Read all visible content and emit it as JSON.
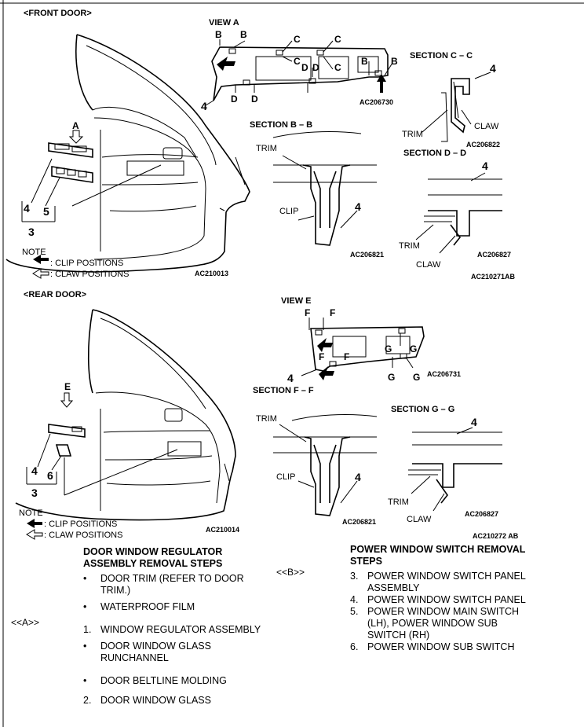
{
  "front": {
    "title": "<FRONT DOOR>",
    "view_label": "A",
    "callouts": [
      "4",
      "5",
      "3"
    ],
    "note_title": "NOTE",
    "note_clip": ": CLIP POSITIONS",
    "note_claw": ": CLAW POSITIONS",
    "figure_code": "AC210013"
  },
  "view_a": {
    "title": "VIEW A",
    "letters": [
      "B",
      "B",
      "C",
      "C",
      "C",
      "C",
      "B",
      "B",
      "D",
      "D",
      "D",
      "D"
    ],
    "callout": "4",
    "code": "AC206730"
  },
  "section_cc": {
    "title": "SECTION C – C",
    "callout": "4",
    "trim": "TRIM",
    "claw": "CLAW",
    "code": "AC206822"
  },
  "section_bb": {
    "title": "SECTION B – B",
    "trim": "TRIM",
    "clip": "CLIP",
    "callout": "4",
    "code": "AC206821"
  },
  "section_dd": {
    "title": "SECTION D – D",
    "callout": "4",
    "trim": "TRIM",
    "claw": "CLAW",
    "code": "AC206827",
    "group_code": "AC210271AB"
  },
  "rear": {
    "title": "<REAR DOOR>",
    "view_label": "E",
    "callouts": [
      "4",
      "6",
      "3"
    ],
    "note_title": "NOTE",
    "note_clip": ": CLIP POSITIONS",
    "note_claw": ": CLAW POSITIONS",
    "figure_code": "AC210014"
  },
  "view_e": {
    "title": "VIEW E",
    "letters": [
      "F",
      "F",
      "F",
      "F",
      "G",
      "G",
      "G",
      "G"
    ],
    "callout": "4",
    "code": "AC206731"
  },
  "section_ff": {
    "title": "SECTION F – F",
    "trim": "TRIM",
    "clip": "CLIP",
    "callout": "4",
    "code": "AC206821"
  },
  "section_gg": {
    "title": "SECTION G – G",
    "callout": "4",
    "trim": "TRIM",
    "claw": "CLAW",
    "code": "AC206827",
    "group_code": "AC210272 AB"
  },
  "regulator_steps": {
    "title": "DOOR WINDOW REGULATOR ASSEMBLY REMOVAL STEPS",
    "items": [
      {
        "marker": "•",
        "text": "DOOR TRIM (REFER TO DOOR TRIM.)"
      },
      {
        "marker": "•",
        "text": "WATERPROOF FILM"
      },
      {
        "ref": "<<A>>",
        "marker": "1.",
        "text": "WINDOW REGULATOR ASSEMBLY"
      },
      {
        "marker": "•",
        "text": "DOOR WINDOW GLASS RUNCHANNEL"
      },
      {
        "marker": "•",
        "text": "DOOR BELTLINE MOLDING"
      },
      {
        "marker": "2.",
        "text": "DOOR WINDOW GLASS"
      }
    ]
  },
  "switch_steps": {
    "ref": "<<B>>",
    "title": "POWER WINDOW SWITCH REMOVAL STEPS",
    "items": [
      {
        "marker": "3.",
        "text": "POWER WINDOW SWITCH PANEL ASSEMBLY"
      },
      {
        "marker": "4.",
        "text": "POWER WINDOW SWITCH PANEL"
      },
      {
        "marker": "5.",
        "text": "POWER WINDOW MAIN SWITCH (LH), POWER WINDOW SUB SWITCH (RH)"
      },
      {
        "marker": "6.",
        "text": "POWER WINDOW SUB SWITCH"
      }
    ]
  }
}
